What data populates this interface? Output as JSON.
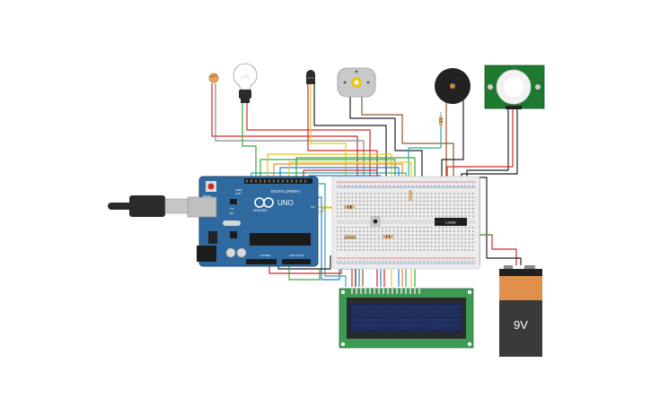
{
  "arduino": {
    "brand_label": "ARDUINO",
    "model_label": "UNO",
    "digital_label": "DIGITAL (PWM~)",
    "power_label": "POWER",
    "analog_label": "ANALOG IN",
    "reset_label": "RESET",
    "aref_label": "AREF",
    "gnd_label": "GND",
    "tx_label": "TX",
    "rx_label": "RX",
    "on_label": "ON",
    "l_label": "L"
  },
  "motor_driver": {
    "label": "L293D"
  },
  "battery": {
    "label": "9V",
    "colors": {
      "top": "#e0904a",
      "body": "#3a3a3a"
    }
  },
  "buzzer": {
    "color": "#222222"
  },
  "pir": {
    "color": "#1e7a2f"
  },
  "lcd": {
    "color": "#3c9a52",
    "screen": "#1c2a55"
  },
  "wires": {
    "red": "#d22828",
    "green": "#3aa63a",
    "yellow": "#e6c619",
    "blue": "#2d7bd6",
    "orange": "#e58a2a",
    "grey": "#8a8a8a",
    "black": "#222222",
    "brown": "#8b5a2b",
    "teal": "#27a8a8"
  }
}
